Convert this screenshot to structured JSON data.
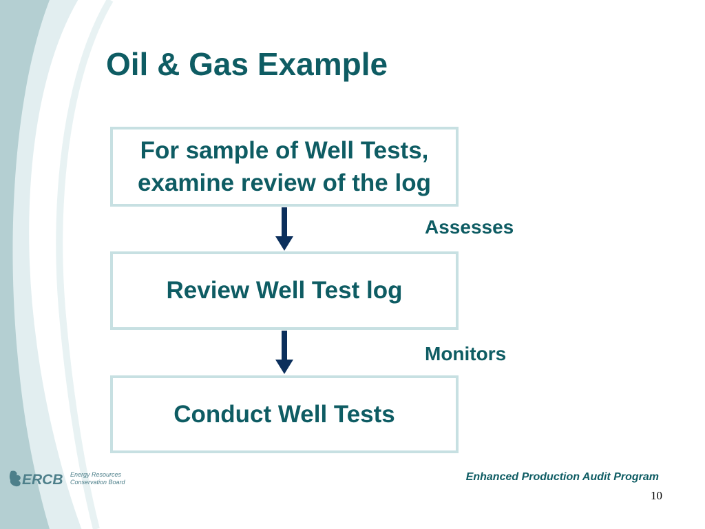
{
  "slide": {
    "title": "Oil & Gas Example",
    "flow": {
      "boxes": [
        {
          "lines": [
            "For sample of Well Tests,",
            "examine review of the log"
          ]
        },
        {
          "text": "Review Well Test log"
        },
        {
          "text": "Conduct Well Tests"
        }
      ],
      "arrows": [
        {
          "label": "Assesses"
        },
        {
          "label": "Monitors"
        }
      ]
    },
    "footer": {
      "logo_mark": "ERCB",
      "logo_line_1": "Energy Resources",
      "logo_line_2": "Conservation Board",
      "program": "Enhanced Production Audit Program",
      "page_number": "10"
    }
  },
  "colors": {
    "title_text": "#0e5c63",
    "box_border": "#c7e0e2",
    "arrow": "#0b2f5c",
    "swoosh_dark": "#b4cfd2",
    "swoosh_light": "#e2eef0"
  }
}
